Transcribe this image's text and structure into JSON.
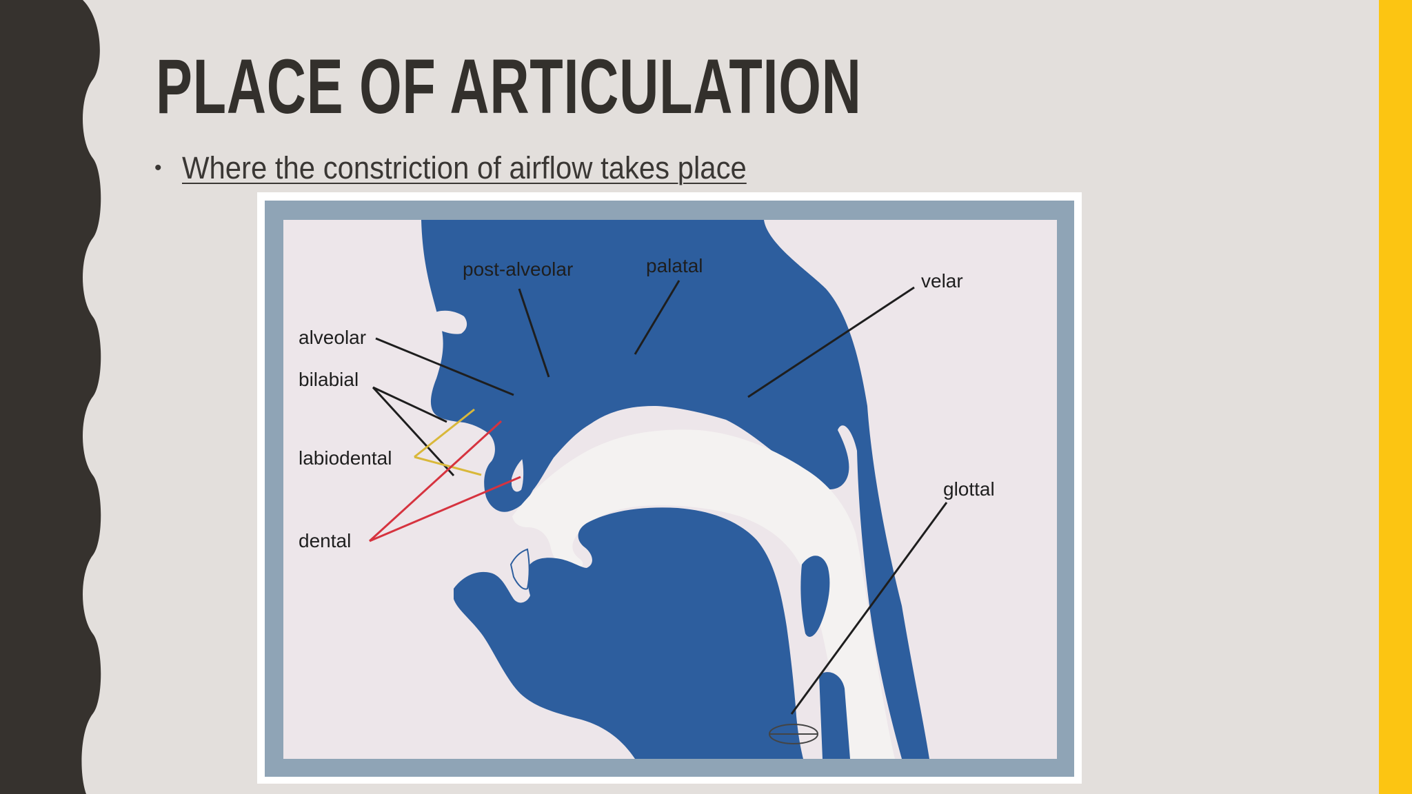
{
  "slide": {
    "title": "PLACE OF ARTICULATION",
    "bullet": "Where the constriction of airflow takes place"
  },
  "diagram": {
    "labels": {
      "post_alveolar": "post-alveolar",
      "palatal": "palatal",
      "velar": "velar",
      "alveolar": "alveolar",
      "bilabial": "bilabial",
      "labiodental": "labiodental",
      "dental": "dental",
      "glottal": "glottal"
    }
  },
  "colors": {
    "background": "#e3dfdc",
    "left_band": "#36322e",
    "accent_stripe": "#fcc512",
    "title": "#33302c",
    "anatomy_blue": "#2d5e9e",
    "figure_frame": "#8fa4b6",
    "figure_panel": "#ede6ea",
    "labiodental_lines": "#d9b83a",
    "dental_lines": "#d6333f"
  }
}
